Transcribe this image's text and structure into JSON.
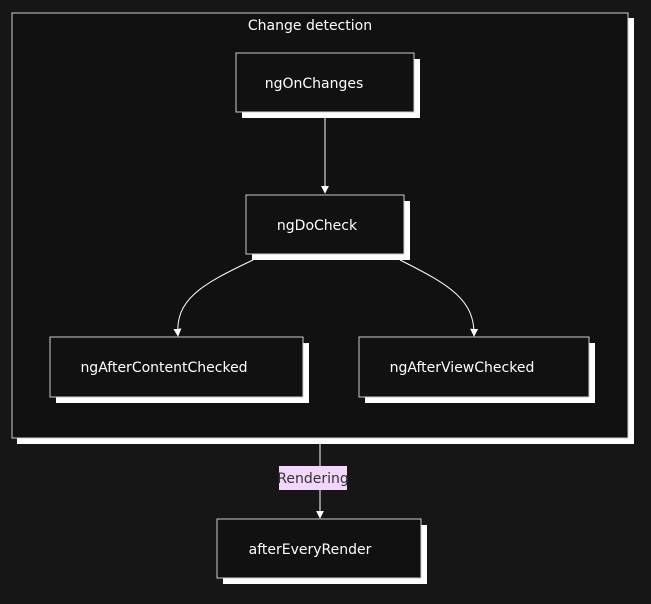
{
  "subgraph": {
    "title": "Change detection"
  },
  "nodes": {
    "ngOnChanges": "ngOnChanges",
    "ngDoCheck": "ngDoCheck",
    "ngAfterContentChecked": "ngAfterContentChecked",
    "ngAfterViewChecked": "ngAfterViewChecked",
    "afterEveryRender": "afterEveryRender"
  },
  "edges": {
    "rendering_label": "Rendering"
  },
  "colors": {
    "background": "#161616",
    "node_fill": "#111111",
    "node_border": "#cccccc",
    "shadow": "#ffffff",
    "edge": "#ffffff",
    "edge_label_bg": "#f3d6fb",
    "edge_label_text": "#333333"
  }
}
